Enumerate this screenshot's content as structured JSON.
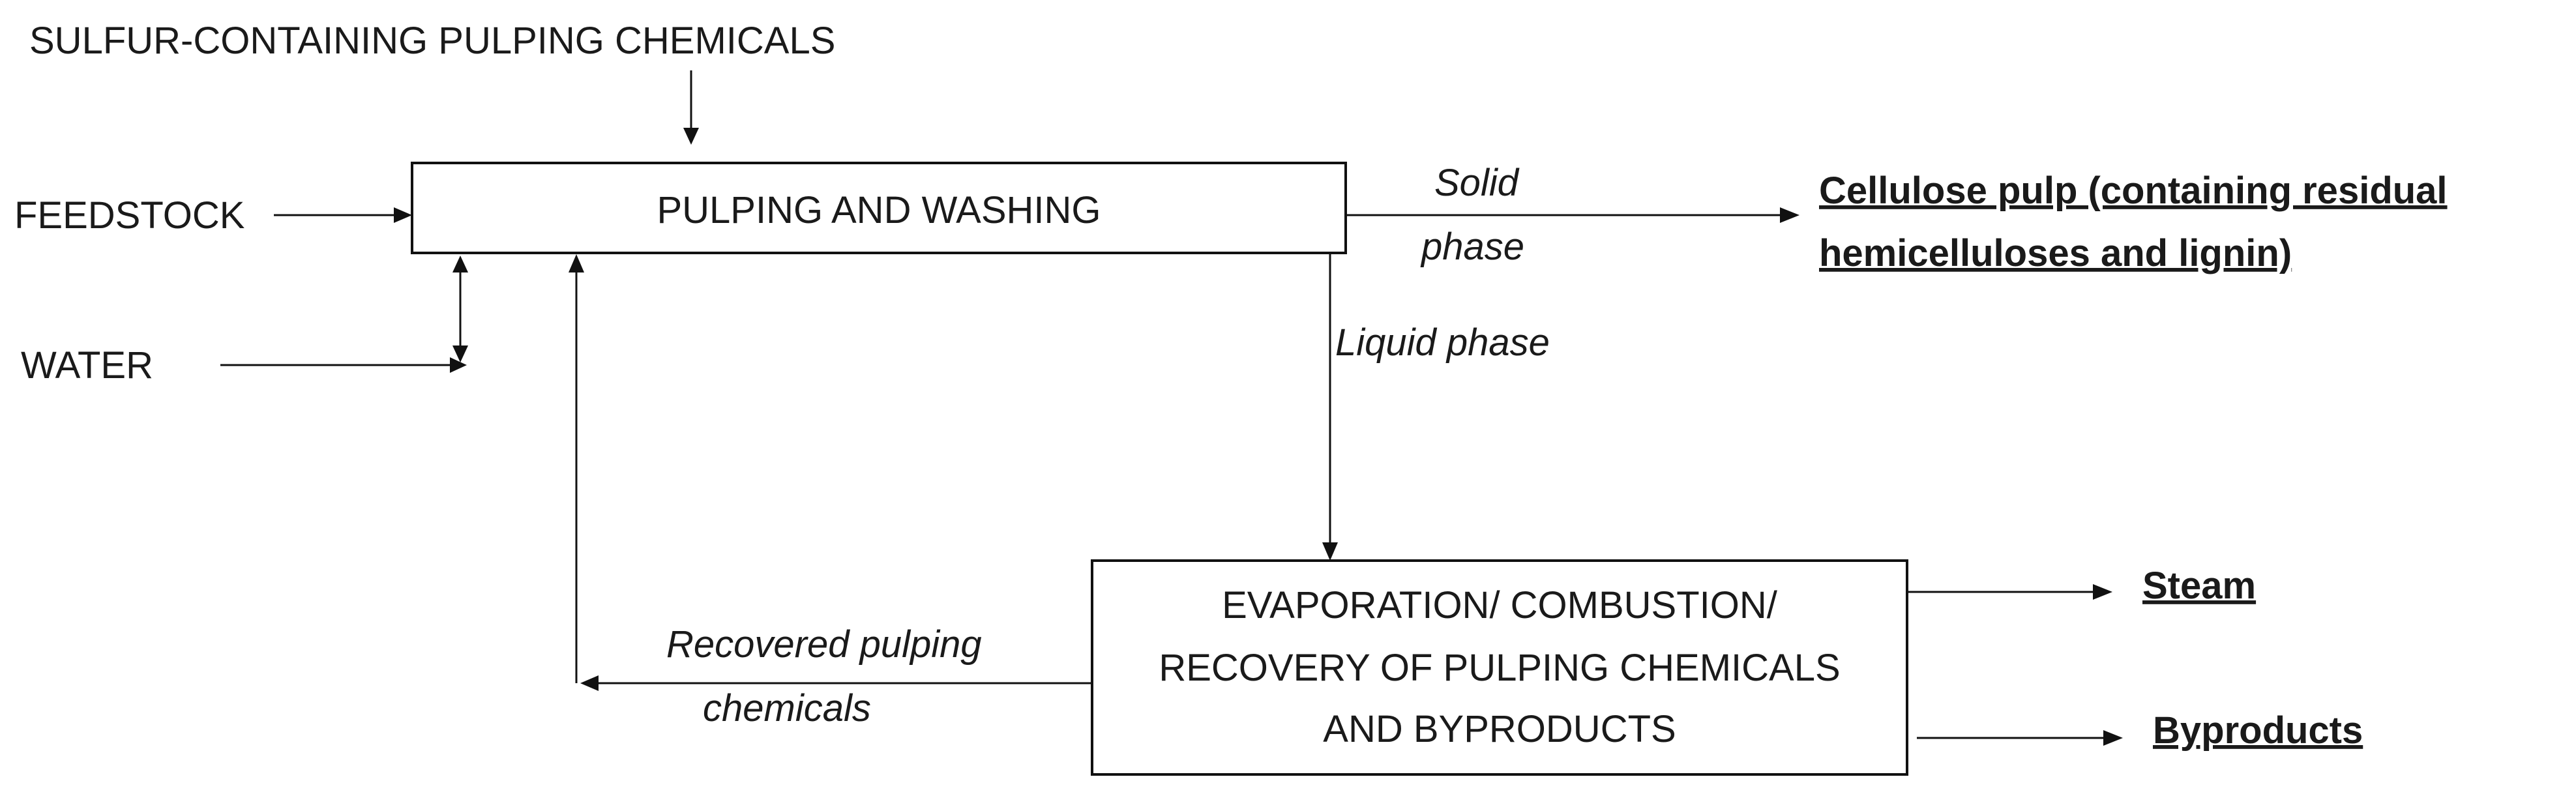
{
  "inputs": {
    "sulfur_chemicals": "SULFUR-CONTAINING PULPING CHEMICALS",
    "feedstock": "FEEDSTOCK",
    "water": "WATER"
  },
  "process_boxes": {
    "pulping_washing": "PULPING AND WASHING",
    "recovery_line1": "EVAPORATION/ COMBUSTION/",
    "recovery_line2": "RECOVERY OF PULPING CHEMICALS",
    "recovery_line3": "AND BYPRODUCTS"
  },
  "flow_labels": {
    "solid_phase_line1": "Solid",
    "solid_phase_line2": "phase",
    "liquid_phase": "Liquid phase",
    "recovered_line1": "Recovered pulping",
    "recovered_line2": "chemicals"
  },
  "outputs": {
    "cellulose_line1": "Cellulose pulp (containing residual",
    "cellulose_line2": "hemicelluloses and lignin)",
    "steam": "Steam",
    "byproducts": "Byproducts"
  }
}
